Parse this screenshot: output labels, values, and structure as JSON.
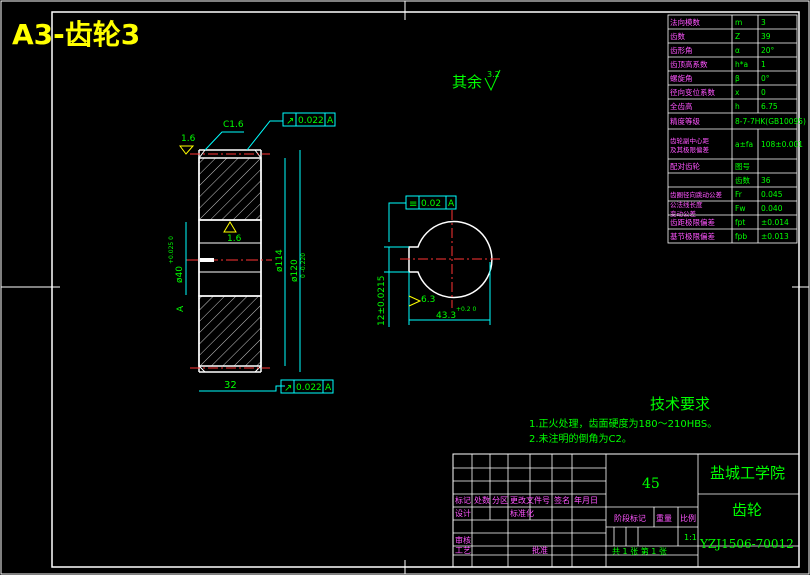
{
  "title": "A3-齿轮3",
  "colors": {
    "background": "#000000",
    "frame": "#ffffff",
    "part": "#ffffff",
    "hatch": "#c8c8c8",
    "dimension": "#00ffff",
    "centerline": "#ff3333",
    "text_green": "#00ff00",
    "text_yellow": "#ffff00",
    "table_text": "#00ff00",
    "label_magenta": "#ff55ff",
    "title_color": "#ffff00"
  },
  "roughness_note": {
    "label": "其余",
    "value": "3.2"
  },
  "front_view": {
    "chamfer_label": "C1.6",
    "roughness_top": "1.6",
    "roughness_bore": "1.6",
    "tolerance_top": {
      "symbol": "↗",
      "value": "0.022",
      "datum": "A"
    },
    "tolerance_bottom": {
      "symbol": "↗",
      "value": "0.022",
      "datum": "A"
    },
    "dim_bore": "ø40",
    "dim_bore_tol": "+0.025 0",
    "dim_hub": "ø114",
    "dim_outer": "ø120",
    "dim_outer_tol": "0 -0.220",
    "dim_width": "32",
    "datum_label": "A"
  },
  "side_view": {
    "tolerance": {
      "symbol": "≡",
      "value": "0.02",
      "datum": "A"
    },
    "dim_keyway_width": "12±0.0215",
    "dim_keyway_depth": "43.3",
    "dim_keyway_depth_tol": "+0.2 0",
    "roughness": "6.3"
  },
  "params_table": [
    [
      "法向模数",
      "m",
      "3"
    ],
    [
      "齿数",
      "Z",
      "39"
    ],
    [
      "齿形角",
      "α",
      "20°"
    ],
    [
      "齿顶高系数",
      "h*a",
      "1"
    ],
    [
      "螺旋角",
      "β",
      "0°"
    ],
    [
      "径向变位系数",
      "x",
      "0"
    ],
    [
      "全齿高",
      "h",
      "6.75"
    ],
    [
      "精度等级",
      "8-7-7HK(GB10095)",
      ""
    ],
    [
      "齿轮副中心距及其极限偏差",
      "a±fa",
      "108±0.001"
    ],
    [
      "配对齿轮",
      "图号",
      ""
    ],
    [
      "",
      "齿数",
      "36"
    ],
    [
      "齿圈径向跳动公差",
      "Fr",
      "0.045"
    ],
    [
      "公法线长度变动公差",
      "Fw",
      "0.040"
    ],
    [
      "齿距极限偏差",
      "fpt",
      "±0.014"
    ],
    [
      "基节极限偏差",
      "fpb",
      "±0.013"
    ]
  ],
  "tech_requirements": {
    "heading": "技术要求",
    "items": [
      "1.正火处理，齿面硬度为180～210HBS。",
      "2.未注明的倒角为C2。"
    ]
  },
  "title_block": {
    "material": "45",
    "school": "盐城工学院",
    "part_name": "齿轮",
    "drawing_no": "YZJ1506-70012",
    "scale": "1:1",
    "sheet_info": "共 1 张  第 1 张",
    "row_labels": [
      "标记",
      "处数",
      "分区",
      "更改文件号",
      "签名",
      "年月日"
    ],
    "designer": "设计",
    "standardization": "标准化",
    "reviewer": "审核",
    "process": "工艺",
    "approve": "批准",
    "stage_mark": "阶段标记",
    "weight": "重量",
    "ratio": "比例"
  }
}
